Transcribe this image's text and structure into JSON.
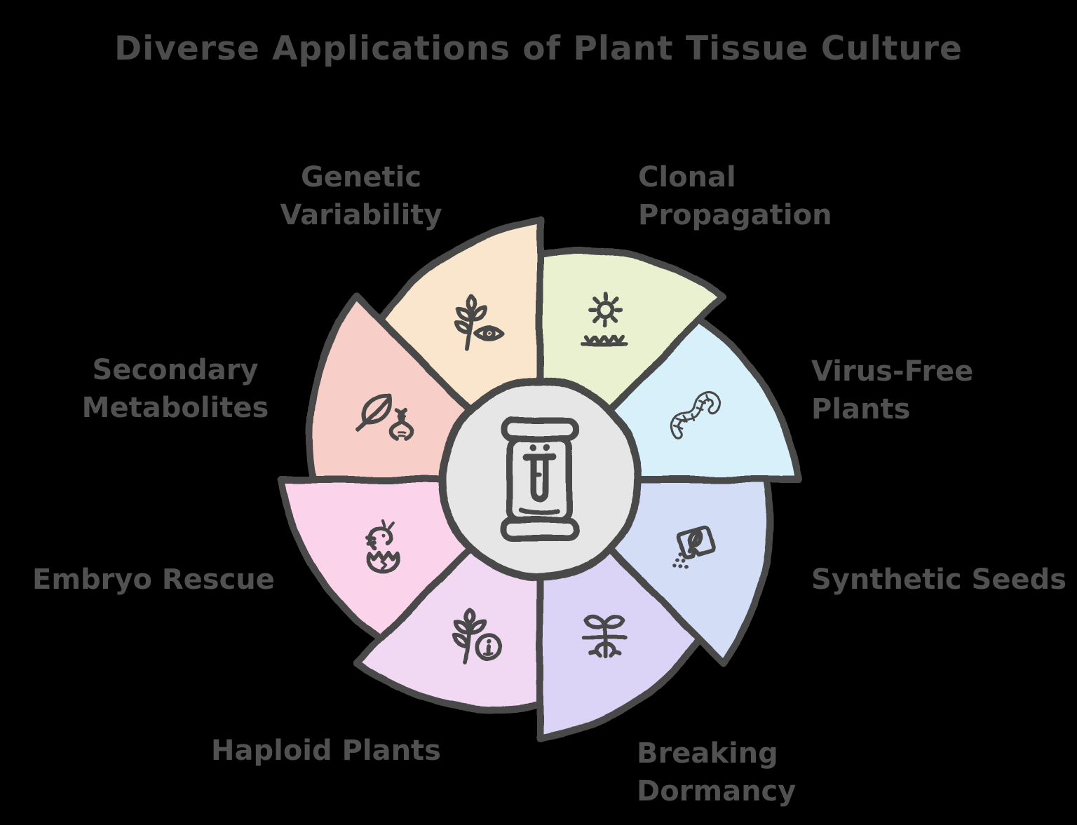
{
  "title": "Diverse Applications of Plant Tissue Culture",
  "colors": {
    "background": "#000000",
    "outline": "#4a4a4a",
    "label_text": "#515151",
    "center_fill": "#e6e6e7"
  },
  "center": {
    "icon": "culture-jar-test-tube-icon"
  },
  "segments": [
    {
      "label": "Clonal Propagation",
      "lines": [
        "Clonal",
        "Propagation"
      ],
      "color": "#e9f1d1",
      "icon": "sun-seedlings-icon",
      "start_angle": 0
    },
    {
      "label": "Virus-Free Plants",
      "lines": [
        "Virus-Free",
        "Plants"
      ],
      "color": "#d8f0fa",
      "icon": "worm-icon",
      "start_angle": 45
    },
    {
      "label": "Synthetic Seeds",
      "lines": [
        "Synthetic Seeds"
      ],
      "color": "#d3ddf5",
      "icon": "seed-packet-icon",
      "start_angle": 90
    },
    {
      "label": "Breaking Dormancy",
      "lines": [
        "Breaking",
        "Dormancy"
      ],
      "color": "#dcd4f6",
      "icon": "seedling-roots-icon",
      "start_angle": 135
    },
    {
      "label": "Haploid Plants",
      "lines": [
        "Haploid Plants"
      ],
      "color": "#f1d8f3",
      "icon": "wheat-info-icon",
      "start_angle": 180
    },
    {
      "label": "Embryo Rescue",
      "lines": [
        "Embryo Rescue"
      ],
      "color": "#fbd4eb",
      "icon": "chick-hatch-icon",
      "start_angle": 225
    },
    {
      "label": "Secondary Metabolites",
      "lines": [
        "Secondary",
        "Metabolites"
      ],
      "color": "#f8cfc8",
      "icon": "leaf-dna-icon",
      "start_angle": 270
    },
    {
      "label": "Genetic Variability",
      "lines": [
        "Genetic",
        "Variability"
      ],
      "color": "#fae5cd",
      "icon": "wheat-eye-icon",
      "start_angle": 315
    }
  ]
}
